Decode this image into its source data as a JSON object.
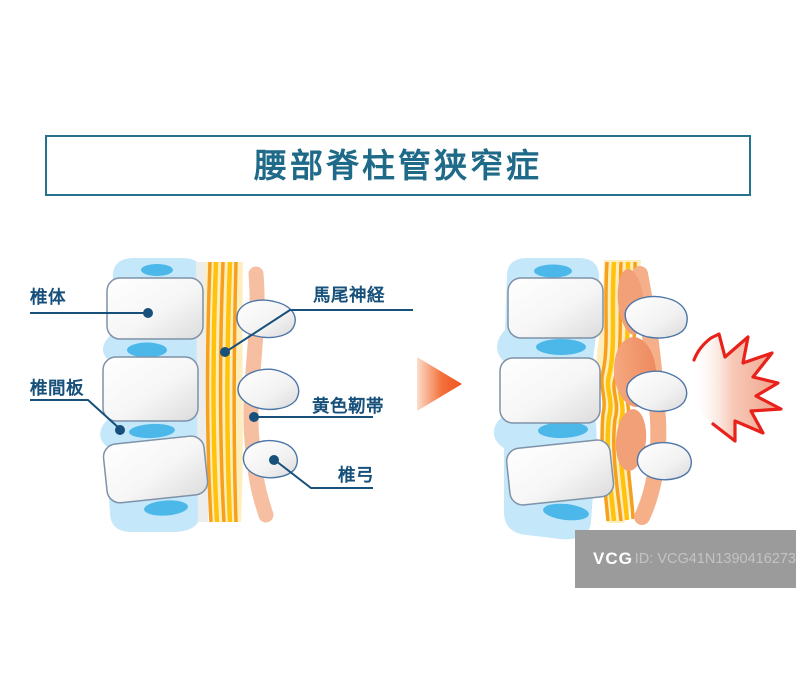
{
  "title": {
    "text": "腰部脊柱管狭窄症"
  },
  "diagram": {
    "labels": [
      {
        "id": "vertebral-body",
        "text": "椎体"
      },
      {
        "id": "intervertebral-disc",
        "text": "椎間板"
      },
      {
        "id": "cauda-equina",
        "text": "馬尾神経"
      },
      {
        "id": "yellow-ligament",
        "text": "黄色靭帯"
      },
      {
        "id": "vertebral-arch",
        "text": "椎弓"
      }
    ],
    "icons": {
      "arrow": "right-triangle-arrow",
      "pain": "pain-burst"
    }
  },
  "watermark": {
    "logo_text": "VCG",
    "id_text": "ID: VCG41N1390416273"
  },
  "colors": {
    "title_text": "#1e6a88",
    "title_border": "#26718e",
    "label_text": "#17507a",
    "leader_line": "#17507a",
    "column_blue": "#c5e7fa",
    "disc_blue": "#4cb8ea",
    "vertebra_border": "#7e92a8",
    "arch_border": "#4d76a8",
    "flavum_base": "#ffeebd",
    "flavum_yellow": "#ffc30e",
    "flavum_orange": "#f6a01e",
    "nerve_pink": "#f6bfa2",
    "swollen_pink": "#ee8a60",
    "arrow_orange": "#f1521f",
    "pain_red": "#e8211b",
    "watermark_bg": "#9b9b9b"
  }
}
